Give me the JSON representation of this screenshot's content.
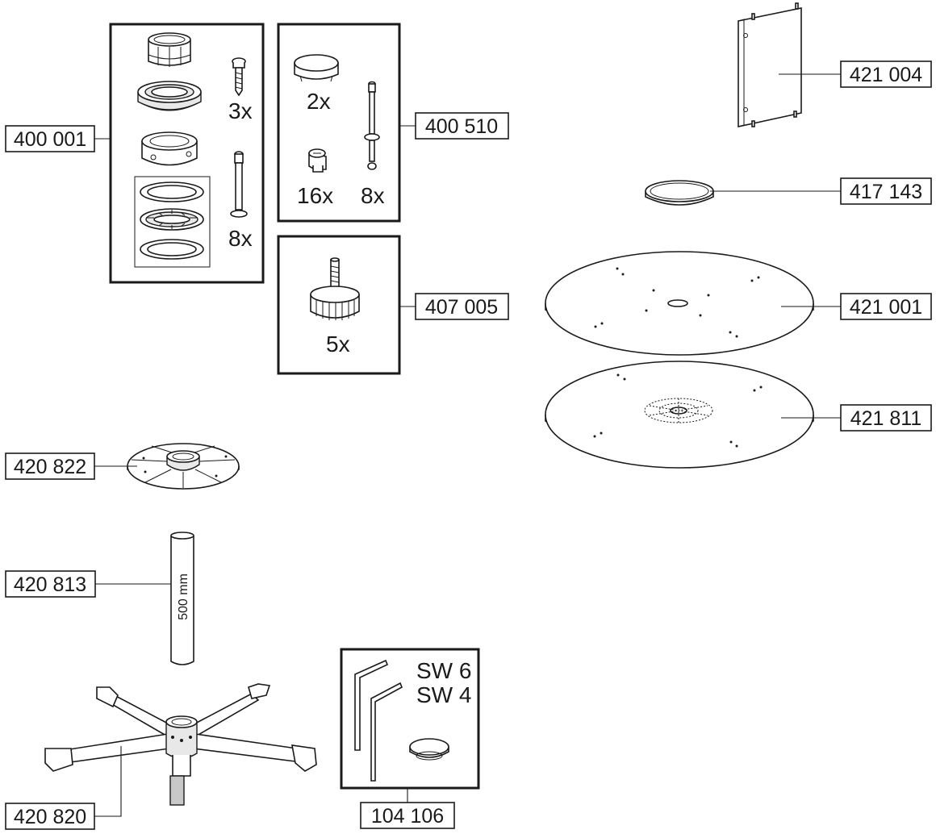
{
  "part_labels": {
    "p400001": "400 001",
    "p400510": "400 510",
    "p407005": "407 005",
    "p421004": "421 004",
    "p417143": "417 143",
    "p421001": "421 001",
    "p421811": "421 811",
    "p420822": "420 822",
    "p420813": "420 813",
    "p420820": "420 820",
    "p104106": "104 106"
  },
  "quantities": {
    "screws": "3x",
    "bolts_400001": "8x",
    "caps": "2x",
    "cam_locks": "16x",
    "bolts_400510": "8x",
    "glides": "5x"
  },
  "tool_sizes": {
    "wrench_large": "SW 6",
    "wrench_small": "SW 4"
  },
  "rod_length": "500 mm"
}
